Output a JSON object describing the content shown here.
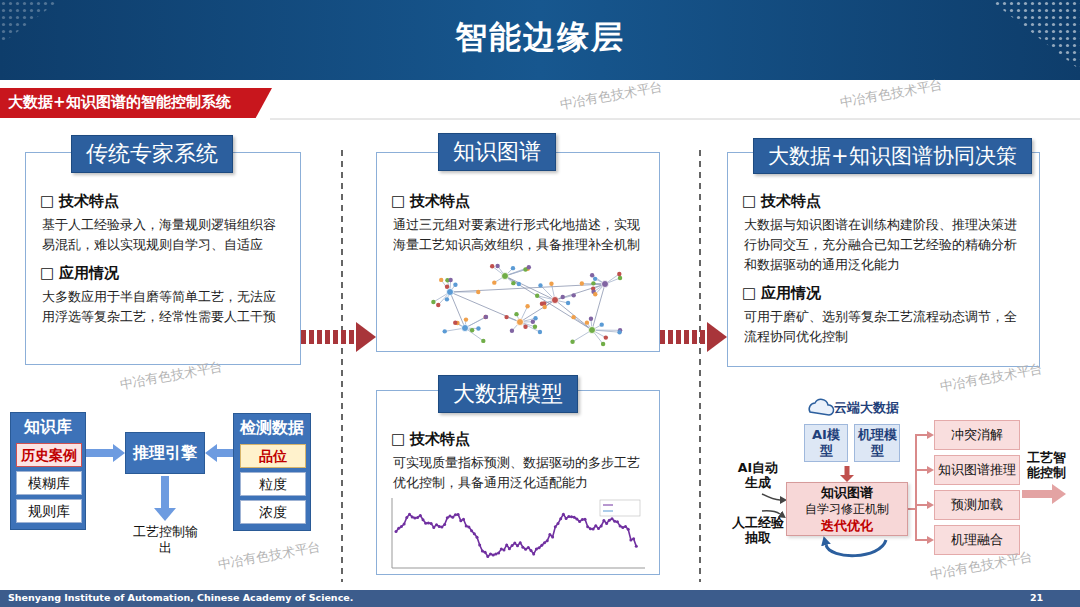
{
  "diagram": {
    "title": "智能边缘层",
    "nodes": [
      {
        "text": [
          "大数据+知识图谱的智能控制系统"
        ]
      },
      {
        "text": [
          "传统专家系统",
          "□ 技术特点",
          "基于人工经验录入，海量规则逻辑组织容易混乱，难以实现规则自学习、自适应",
          "□ 应用情况",
          "大多数应用于半自磨等简单工艺，无法应用浮选等复杂工艺，经常性需要人工干预"
        ]
      },
      {
        "text": [
          "知识图谱",
          "□ 技术特点",
          "通过三元组对要素进行形式化地描述，实现海量工艺知识高效组织，具备推理补全机制"
        ]
      },
      {
        "text": [
          "大数据模型",
          "□ 技术特点",
          "可实现质量指标预测、数据驱动的多步工艺优化控制，具备通用泛化适配能力"
        ]
      },
      {
        "text": [
          "大数据+知识图谱协同决策",
          "□ 技术特点",
          "大数据与知识图谱在训练构建阶段、推理决策进行协同交互，充分融合已知工艺经验的精确分析和数据驱动的通用泛化能力",
          "□ 应用情况",
          "可用于磨矿、选别等复杂工艺流程动态调节，全流程协同优化控制"
        ]
      },
      {
        "text": [
          "知识库"
        ]
      },
      {
        "text": [
          "历史案例"
        ],
        "in": 5
      },
      {
        "text": [
          "模糊库"
        ],
        "in": 5
      },
      {
        "text": [
          "规则库"
        ],
        "in": 5
      },
      {
        "text": [
          "推理引擎"
        ]
      },
      {
        "text": [
          "检测数据"
        ]
      },
      {
        "text": [
          "品位"
        ],
        "in": 10
      },
      {
        "text": [
          "粒度"
        ],
        "in": 10
      },
      {
        "text": [
          "浓度"
        ],
        "in": 10
      },
      {
        "text": [
          "云端大数据"
        ]
      },
      {
        "text": [
          "AI模型"
        ],
        "in": 14
      },
      {
        "text": [
          "机理模型"
        ],
        "in": 14
      },
      {
        "text": [
          "知识图谱",
          "自学习修正机制",
          "迭代优化"
        ]
      },
      {
        "text": [
          "冲突消解"
        ]
      },
      {
        "text": [
          "知识图谱推理"
        ]
      },
      {
        "text": [
          "预测加载"
        ]
      },
      {
        "text": [
          "机理融合"
        ]
      }
    ],
    "edges": [
      {
        "from": 1,
        "to": 2,
        "arrow": "to"
      },
      {
        "from": 2,
        "to": 4,
        "arrow": "to"
      },
      {
        "from": 5,
        "to": 9,
        "arrow": "to"
      },
      {
        "from": 10,
        "to": 9,
        "arrow": "to"
      },
      {
        "from": 14,
        "to": 17,
        "arrow": "to"
      },
      {
        "from": 17,
        "to": 18,
        "arrow": "to"
      },
      {
        "from": 17,
        "to": 19,
        "arrow": "to"
      },
      {
        "from": 17,
        "to": 20,
        "arrow": "to"
      },
      {
        "from": 17,
        "to": 21,
        "arrow": "to"
      }
    ],
    "labels": [
      "中冶有色技术平台",
      "中冶有色技术平台",
      "中冶有色技术平台",
      "中冶有色技术平台",
      "中冶有色技术平台",
      "中冶有色技术平台",
      "工艺控制输出",
      "AI自动生成",
      "人工经验抽取",
      "工艺智能控制",
      "Shenyang Institute of Automation, Chinese Academy of Science.",
      "21"
    ]
  }
}
